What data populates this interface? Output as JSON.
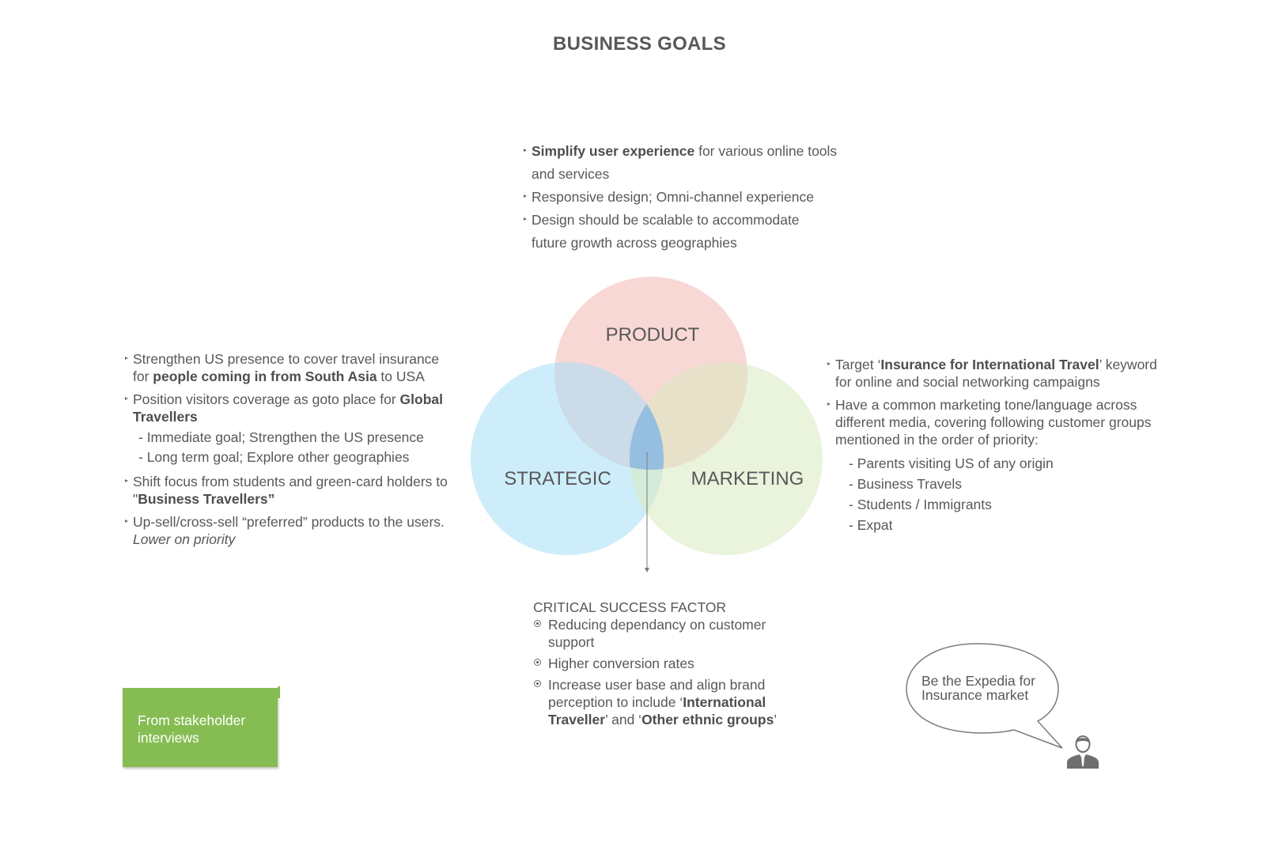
{
  "title": "BUSINESS GOALS",
  "product_points": [
    {
      "bold": "Simplify user experience",
      "rest": " for various online tools and services"
    },
    {
      "text": "Responsive design; Omni-channel experience"
    },
    {
      "text": "Design should be scalable to accommodate future growth across geographies"
    }
  ],
  "venn": {
    "product_label": "PRODUCT",
    "strategic_label": "STRATEGIC",
    "marketing_label": "MARKETING",
    "colors": {
      "product": "#f2b8b3",
      "strategic": "#a6def5",
      "marketing": "#d8e9bf",
      "center": "#8fb9e2"
    }
  },
  "strategic_points": {
    "p1": {
      "a": "Strengthen US presence to cover travel insurance for ",
      "b": "people coming in from South Asia",
      "c": " to USA"
    },
    "p2": {
      "a": "Position visitors coverage as goto place for ",
      "b": "Global Travellers"
    },
    "p2_subs": [
      "- Immediate goal; Strengthen the US presence",
      "- Long term goal; Explore other geographies"
    ],
    "p3": {
      "a": "Shift focus from students and green-card holders to \"",
      "b": "Business Travellers”"
    },
    "p4": {
      "a": "Up-sell/cross-sell “preferred” products to the users. ",
      "i": "Lower on priority"
    }
  },
  "marketing_points": {
    "p1": {
      "a": "Target ‘",
      "b": "Insurance for International Travel",
      "c": "’ keyword for online and social networking campaigns"
    },
    "p2": "Have a common marketing tone/language across different media, covering following customer groups mentioned in the order of priority:",
    "groups": [
      "- Parents visiting US of any origin",
      "- Business Travels",
      "- Students / Immigrants",
      "- Expat"
    ]
  },
  "csf": {
    "heading": "CRITICAL SUCCESS FACTOR",
    "i1": "Reducing dependancy on customer support",
    "i2": "Higher conversion rates",
    "i3": {
      "a": "Increase user base and align brand perception to include ‘",
      "b1": "International Traveller",
      "m": "’ and ‘",
      "b2": "Other ethnic groups",
      "c": "’"
    }
  },
  "sticky_note": "From stakeholder interviews",
  "speech_bubble": "Be the Expedia for Insurance market",
  "icons": {
    "bullet": "triangle-bullet-icon",
    "csf": "radio-bullet-icon",
    "person": "person-icon"
  },
  "sticky_color": "#86bd52"
}
